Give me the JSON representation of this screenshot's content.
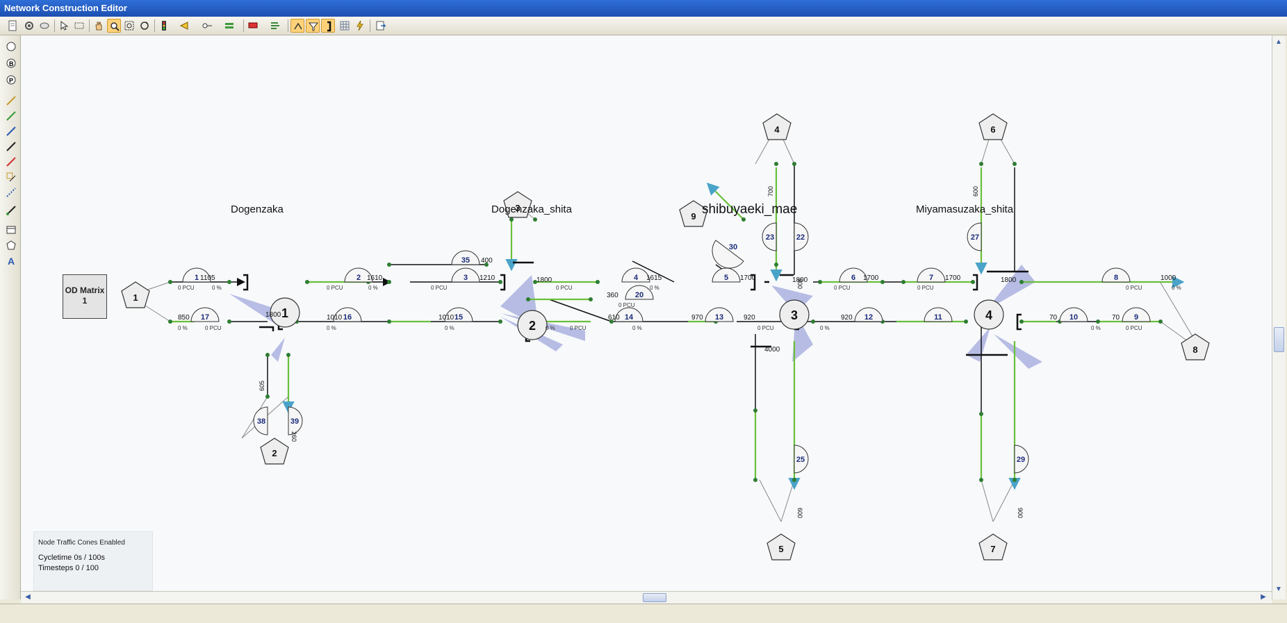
{
  "window": {
    "title": "Network Construction Editor"
  },
  "info_panel": {
    "cones": "Node Traffic Cones Enabled",
    "cycletime": "Cycletime 0s / 100s",
    "timesteps": "Timesteps 0 / 100"
  },
  "od_matrix": {
    "title": "OD Matrix",
    "value": "1"
  },
  "area_labels": {
    "dogenzaka": "Dogenzaka",
    "dogenzaka_shita": "Dogenzaka_shita",
    "shibuyaeki_mae": "shibuyaeki_mae",
    "miyamasuzaka_shita": "Miyamasuzaka_shita"
  },
  "zones": [
    "1",
    "2",
    "3",
    "4",
    "5",
    "6",
    "7",
    "8",
    "9"
  ],
  "nodes": [
    "1",
    "2",
    "3",
    "4"
  ],
  "links": [
    "1",
    "2",
    "3",
    "4",
    "5",
    "6",
    "7",
    "8",
    "9",
    "10",
    "11",
    "12",
    "13",
    "14",
    "15",
    "16",
    "17",
    "20",
    "22",
    "23",
    "25",
    "27",
    "29",
    "30",
    "35",
    "38",
    "39"
  ],
  "flows": {
    "l1": "1105",
    "l2": "1610",
    "l3": "1210",
    "l4": "1615",
    "l6": "1700",
    "l7": "1700",
    "l8": "1000",
    "l17": "850",
    "l16": "1010",
    "l15": "1010",
    "l14": "610",
    "l20": "360",
    "l13": "970",
    "l12": "920",
    "l11": "920",
    "l9": "70",
    "l10": "70",
    "l35": "400",
    "sat": "1800",
    "sat2": "4000",
    "l23": "700",
    "l22": "900",
    "l25": "600",
    "l27": "600",
    "l29": "900",
    "l38": "605",
    "l39": "260"
  },
  "units": {
    "pcu": "0 PCU",
    "pct": "0 %"
  },
  "colors": {
    "green_link": "#6bbf3a",
    "black_link": "#111111",
    "node_dot": "#2e7d32",
    "cone": "#6b74c9",
    "arrow": "#4aa3c8"
  }
}
